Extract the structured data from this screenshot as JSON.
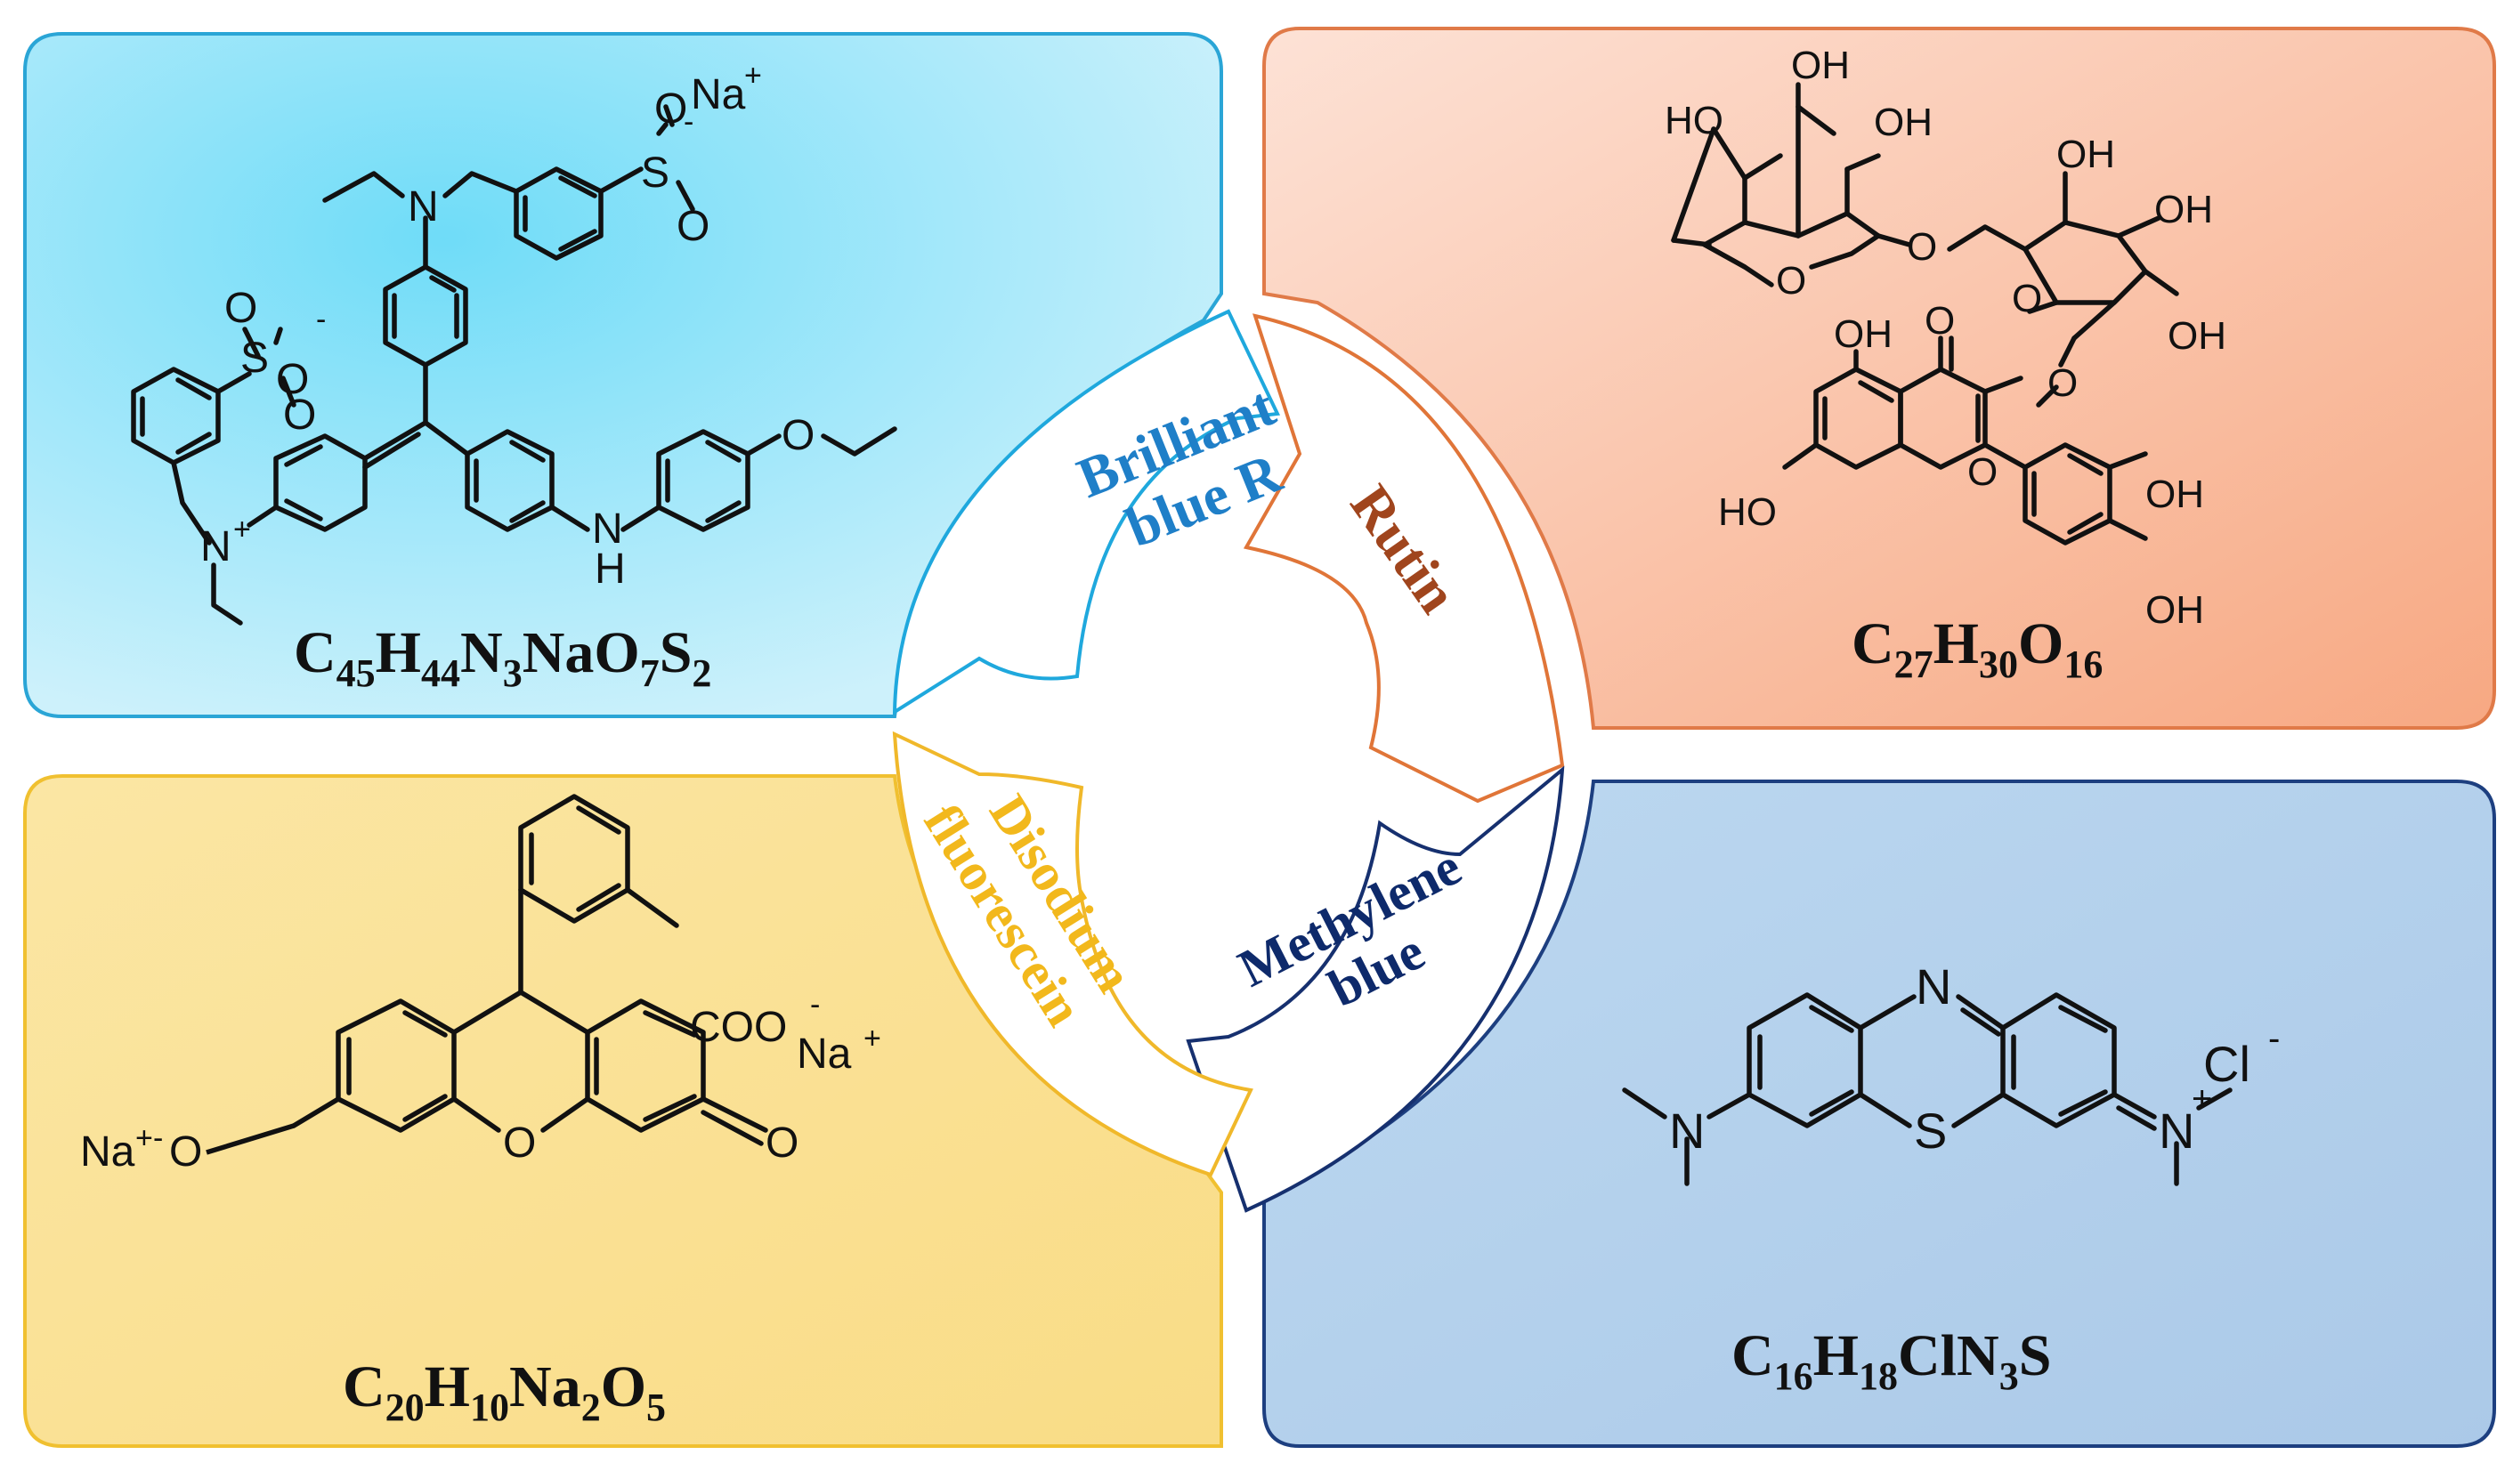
{
  "compounds": {
    "brilliant_blue": {
      "label_line1": "Brilliant",
      "label_line2": "blue R",
      "formula": [
        "C",
        "45",
        "H",
        "44",
        "N",
        "3",
        "NaO",
        "7",
        "S",
        "2"
      ],
      "atoms": {
        "na": "Na",
        "plus": "+",
        "o": "O",
        "ominus": "-",
        "s": "S",
        "n": "N",
        "h": "H"
      },
      "color": "#1f7fc8",
      "panel_color": "#a9e5f7"
    },
    "rutin": {
      "label": "Rutin",
      "formula": [
        "C",
        "27",
        "H",
        "30",
        "O",
        "16"
      ],
      "atoms": {
        "oh": "OH",
        "ho": "HO",
        "o": "O"
      },
      "color": "#a0451d",
      "panel_color": "#f8b89a"
    },
    "fluorescein": {
      "label_line1": "Disodium",
      "label_line2": "fluorescein",
      "formula": [
        "C",
        "20",
        "H",
        "10",
        "Na",
        "2",
        "O",
        "5"
      ],
      "atoms": {
        "coo": "COO",
        "minus": "-",
        "na": "Na",
        "plus": "+",
        "o": "O",
        "natext": "Na"
      },
      "color": "#f2b81c",
      "panel_color": "#fbe49a"
    },
    "methylene_blue": {
      "label_line1": "Methylene",
      "label_line2": "blue",
      "formula": [
        "C",
        "16",
        "H",
        "18",
        "ClN",
        "3",
        "S"
      ],
      "atoms": {
        "n": "N",
        "s": "S",
        "cl": "Cl",
        "minus": "-",
        "plus": "+"
      },
      "color": "#0e2a6b",
      "panel_color": "#b7d3ec"
    }
  }
}
